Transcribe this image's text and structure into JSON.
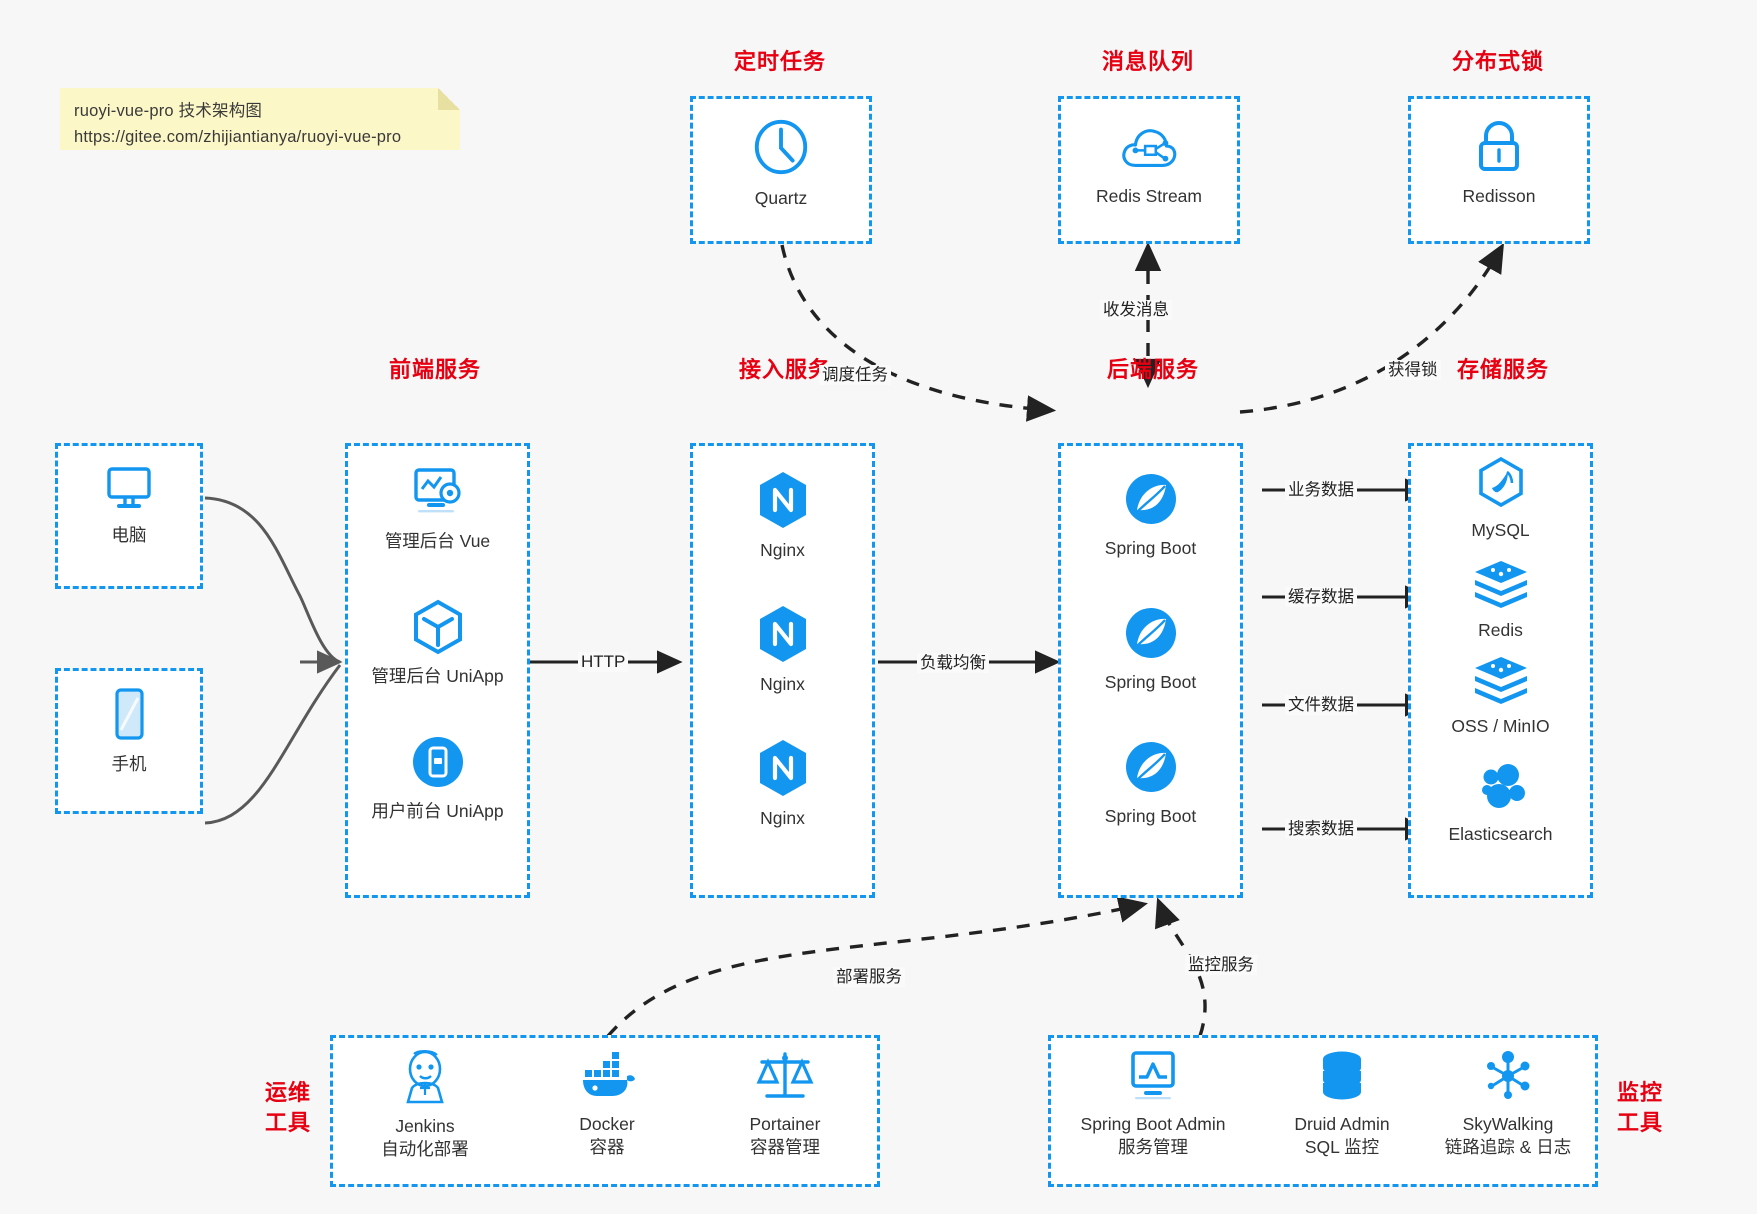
{
  "note": {
    "line1": "ruoyi-vue-pro 技术架构图",
    "line2": "https://gitee.com/zhijiantianya/ruoyi-vue-pro"
  },
  "colors": {
    "accent_blue": "#1296f0",
    "title_red": "#e60012",
    "background": "#f7f7f7",
    "note_yellow": "#fcf7c7",
    "arrow_dark": "#222222",
    "client_arrow_gray": "#595959"
  },
  "sections": {
    "scheduled_task": "定时任务",
    "message_queue": "消息队列",
    "distributed_lock": "分布式锁",
    "frontend_service": "前端服务",
    "gateway_service": "接入服务",
    "backend_service": "后端服务",
    "storage_service": "存储服务",
    "ops_tools": "运维\n工具",
    "ops_tools_l1": "运维",
    "ops_tools_l2": "工具",
    "monitor_tools_l1": "监控",
    "monitor_tools_l2": "工具"
  },
  "clients": [
    {
      "label": "电脑",
      "icon": "desktop-computer-icon"
    },
    {
      "label": "手机",
      "icon": "mobile-phone-icon"
    }
  ],
  "scheduled_task_nodes": [
    {
      "label": "Quartz",
      "icon": "clock-icon"
    }
  ],
  "message_queue_nodes": [
    {
      "label": "Redis Stream",
      "icon": "cloud-stream-icon"
    }
  ],
  "distributed_lock_nodes": [
    {
      "label": "Redisson",
      "icon": "lock-icon"
    }
  ],
  "frontend_nodes": [
    {
      "label": "管理后台 Vue",
      "icon": "dashboard-gear-icon"
    },
    {
      "label": "管理后台 UniApp",
      "icon": "hexagon-cube-icon"
    },
    {
      "label": "用户前台 UniApp",
      "icon": "mobile-app-icon"
    }
  ],
  "gateway_nodes": [
    {
      "label": "Nginx",
      "icon": "nginx-icon"
    },
    {
      "label": "Nginx",
      "icon": "nginx-icon"
    },
    {
      "label": "Nginx",
      "icon": "nginx-icon"
    }
  ],
  "backend_nodes": [
    {
      "label": "Spring Boot",
      "icon": "spring-boot-leaf-icon"
    },
    {
      "label": "Spring Boot",
      "icon": "spring-boot-leaf-icon"
    },
    {
      "label": "Spring Boot",
      "icon": "spring-boot-leaf-icon"
    }
  ],
  "storage_nodes": [
    {
      "label": "MySQL",
      "icon": "mysql-dolphin-icon"
    },
    {
      "label": "Redis",
      "icon": "redis-stack-icon"
    },
    {
      "label": "OSS / MinIO",
      "icon": "redis-stack-icon"
    },
    {
      "label": "Elasticsearch",
      "icon": "elasticsearch-icon"
    }
  ],
  "ops_nodes": [
    {
      "label": "Jenkins",
      "sub": "自动化部署",
      "icon": "jenkins-butler-icon"
    },
    {
      "label": "Docker",
      "sub": "容器",
      "icon": "docker-whale-icon"
    },
    {
      "label": "Portainer",
      "sub": "容器管理",
      "icon": "scales-balance-icon"
    }
  ],
  "monitor_nodes": [
    {
      "label": "Spring Boot Admin",
      "sub": "服务管理",
      "icon": "monitor-chart-icon"
    },
    {
      "label": "Druid Admin",
      "sub": "SQL 监控",
      "icon": "database-stack-icon"
    },
    {
      "label": "SkyWalking",
      "sub": "链路追踪 & 日志",
      "icon": "skywalking-node-icon"
    }
  ],
  "edge_labels": {
    "http": "HTTP",
    "load_balance": "负载均衡",
    "schedule_task": "调度任务",
    "send_receive_message": "收发消息",
    "acquire_lock": "获得锁",
    "business_data": "业务数据",
    "cache_data": "缓存数据",
    "file_data": "文件数据",
    "search_data": "搜索数据",
    "deploy_service": "部署服务",
    "monitor_service": "监控服务"
  }
}
